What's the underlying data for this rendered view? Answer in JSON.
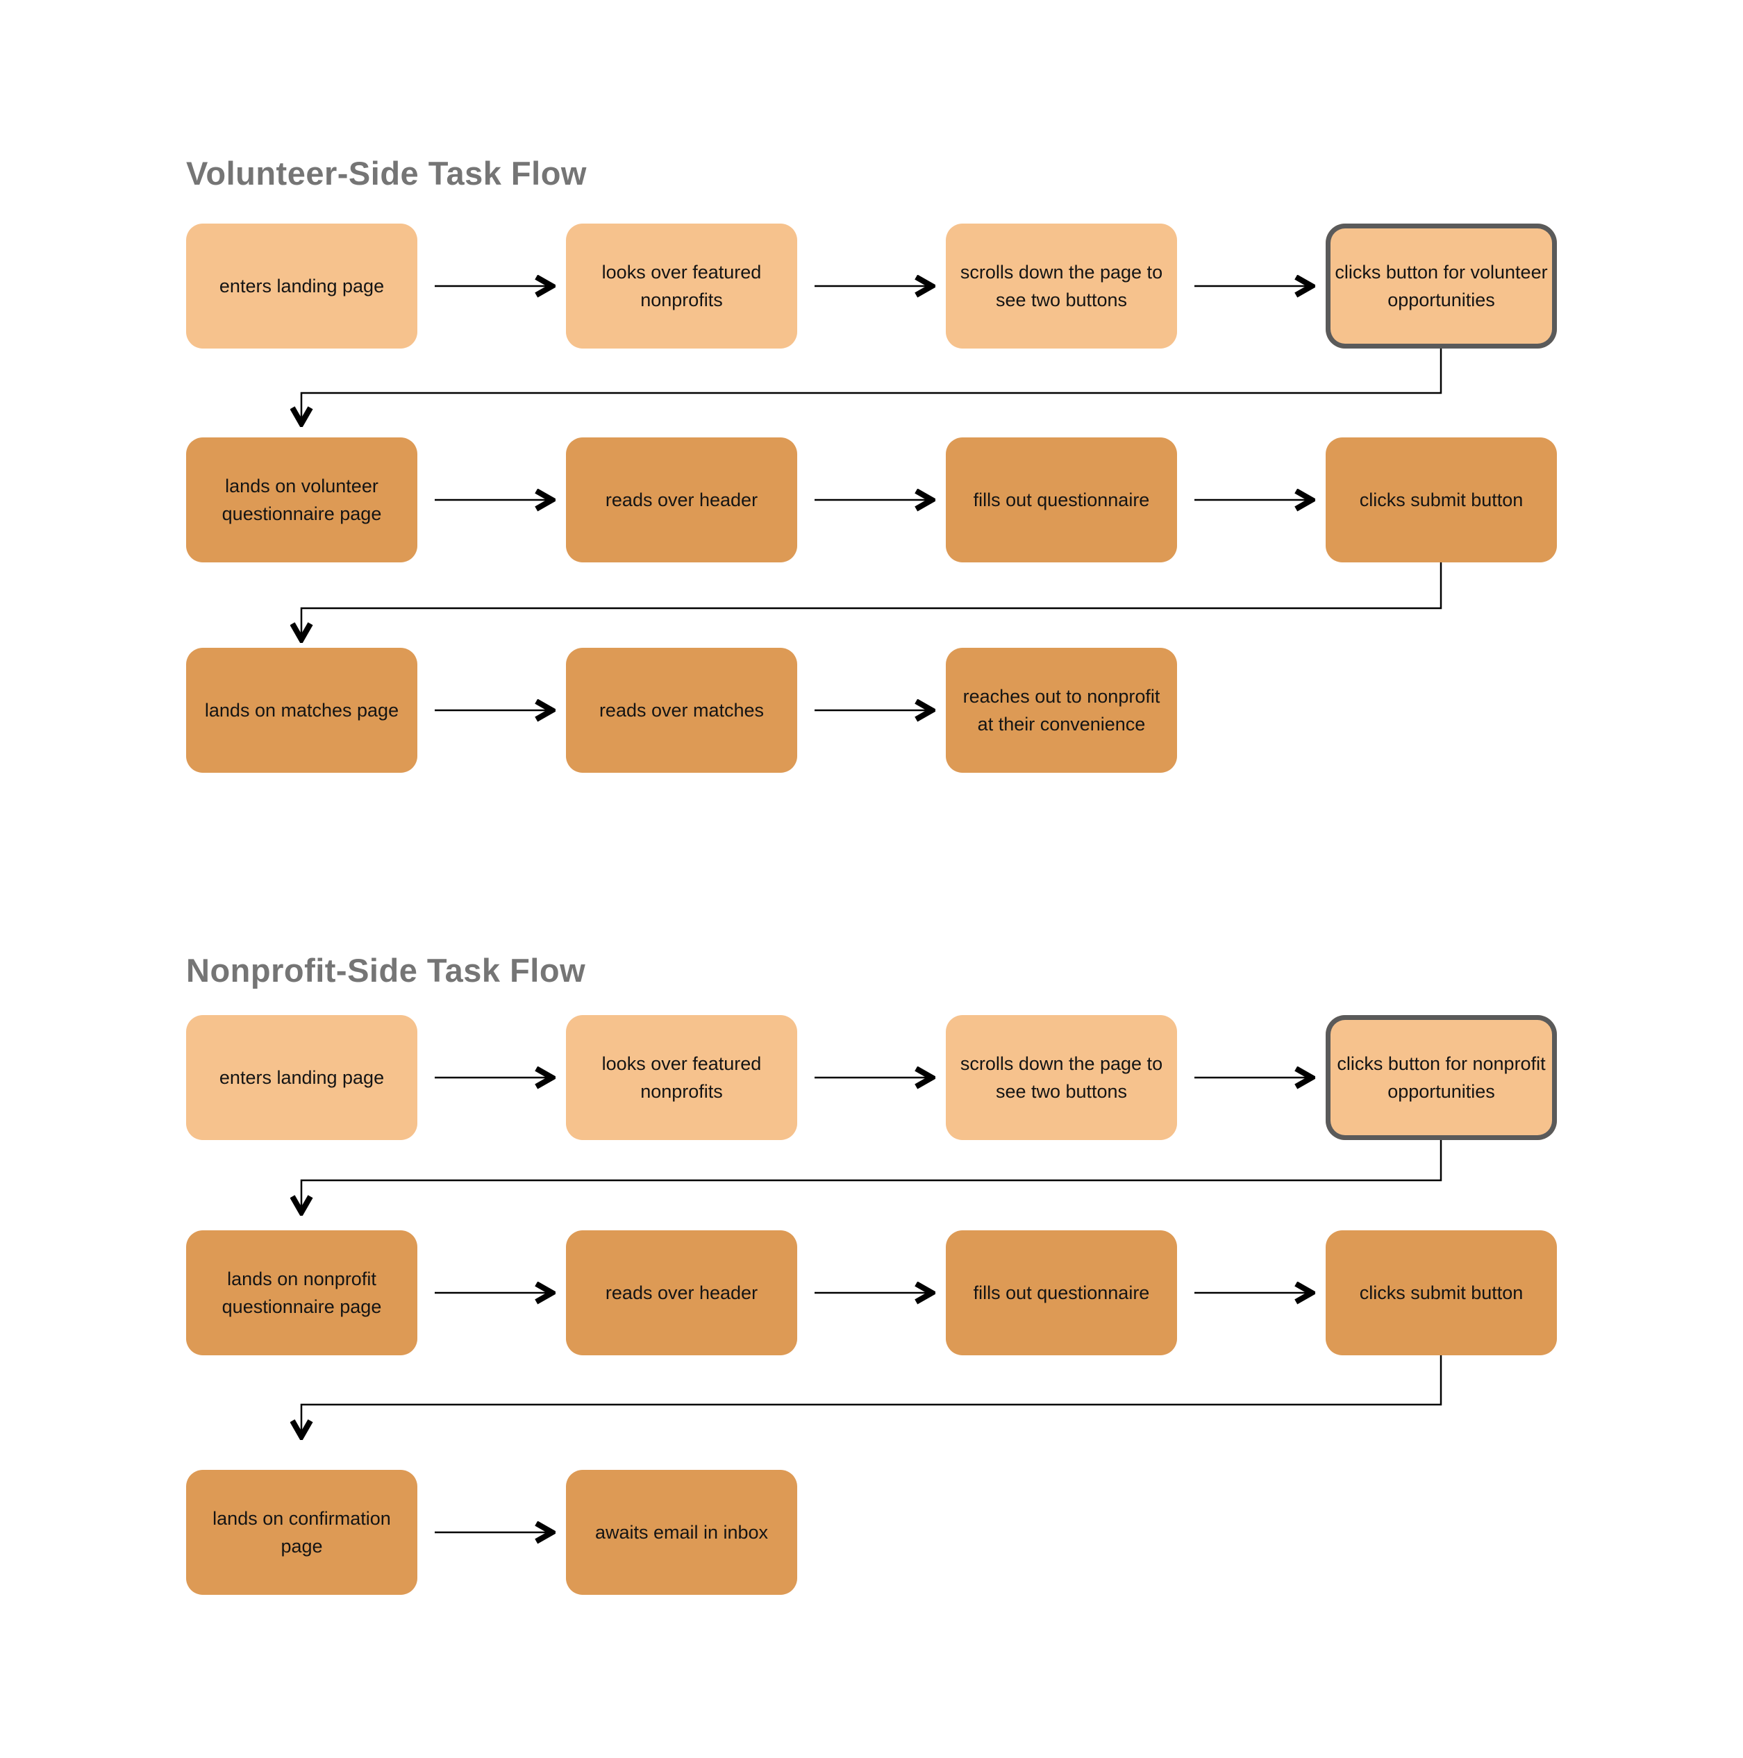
{
  "diagram_type": "flowchart",
  "colors": {
    "light_box": "#F6C28D",
    "dark_box": "#DD9A55",
    "highlight_border": "#5A5A5A",
    "title_text": "#757575",
    "box_text": "#141414",
    "connector": "#000000",
    "background": "#FFFFFF"
  },
  "sections": [
    {
      "title": "Volunteer-Side Task Flow",
      "rows": [
        {
          "style": "light",
          "boxes": [
            {
              "label": "enters landing page",
              "highlighted": false
            },
            {
              "label": "looks over featured nonprofits",
              "highlighted": false
            },
            {
              "label": "scrolls down the page to see two buttons",
              "highlighted": false
            },
            {
              "label": "clicks button for volunteer opportunities",
              "highlighted": true
            }
          ]
        },
        {
          "style": "dark",
          "boxes": [
            {
              "label": "lands on volunteer questionnaire page",
              "highlighted": false
            },
            {
              "label": "reads over header",
              "highlighted": false
            },
            {
              "label": "fills out questionnaire",
              "highlighted": false
            },
            {
              "label": "clicks submit button",
              "highlighted": false
            }
          ]
        },
        {
          "style": "dark",
          "boxes": [
            {
              "label": "lands on matches page",
              "highlighted": false
            },
            {
              "label": "reads over matches",
              "highlighted": false
            },
            {
              "label": "reaches out to nonprofit at their convenience",
              "highlighted": false
            }
          ]
        }
      ]
    },
    {
      "title": "Nonprofit-Side Task Flow",
      "rows": [
        {
          "style": "light",
          "boxes": [
            {
              "label": "enters landing page",
              "highlighted": false
            },
            {
              "label": "looks over featured nonprofits",
              "highlighted": false
            },
            {
              "label": "scrolls down the page to see two buttons",
              "highlighted": false
            },
            {
              "label": "clicks button for nonprofit opportunities",
              "highlighted": true
            }
          ]
        },
        {
          "style": "dark",
          "boxes": [
            {
              "label": "lands on nonprofit questionnaire page",
              "highlighted": false
            },
            {
              "label": "reads over header",
              "highlighted": false
            },
            {
              "label": "fills out questionnaire",
              "highlighted": false
            },
            {
              "label": "clicks submit button",
              "highlighted": false
            }
          ]
        },
        {
          "style": "dark",
          "boxes": [
            {
              "label": "lands on confirmation page",
              "highlighted": false
            },
            {
              "label": "awaits email in inbox",
              "highlighted": false
            }
          ]
        }
      ]
    }
  ]
}
